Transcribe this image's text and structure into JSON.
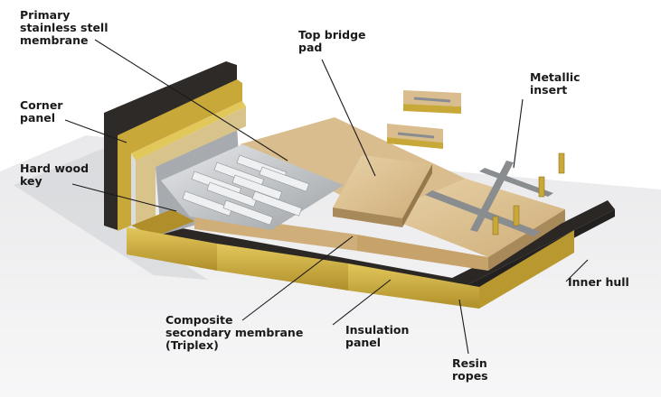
{
  "labels": {
    "primary_membrane": [
      "Primary",
      "stainless stell",
      "membrane"
    ],
    "top_bridge_pad": [
      "Top bridge",
      "pad"
    ],
    "metallic_insert": [
      "Metallic",
      "insert"
    ],
    "corner_panel": [
      "Corner",
      "panel"
    ],
    "hard_wood_key": [
      "Hard wood",
      "key"
    ],
    "inner_hull": [
      "Inner hull"
    ],
    "composite_membrane": [
      "Composite",
      "secondary membrane",
      "(Triplex)"
    ],
    "insulation_panel": [
      "Insulation",
      "panel"
    ],
    "resin_ropes": [
      "Resin",
      "ropes"
    ]
  },
  "colors": {
    "hull": "#2e2a28",
    "plywood_top": "#d9bd8e",
    "plywood_side": "#a88a5a",
    "foam": "#c9a83a",
    "steel": "#b9bcc0",
    "triplex": "#8a8d90"
  }
}
